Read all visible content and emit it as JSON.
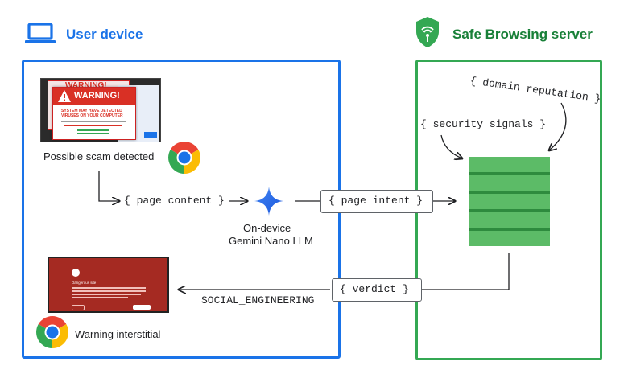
{
  "user_device": {
    "title": "User device",
    "icon": "laptop-icon"
  },
  "server": {
    "title": "Safe Browsing server",
    "icon": "shield-icon"
  },
  "scam": {
    "banner": "WARNING!",
    "alert_heading": "WARNING!",
    "alert_line1": "SYSTEM MAY HAVE DETECTED",
    "alert_line2": "VIRUSES ON YOUR COMPUTER",
    "caption": "Possible scam detected"
  },
  "flow": {
    "page_content": "{ page content }",
    "model_label_1": "On-device",
    "model_label_2": "Gemini Nano LLM",
    "page_intent": "{ page intent }",
    "security_signals": "{ security signals }",
    "domain_reputation": "{ domain reputation }",
    "verdict": "{ verdict }",
    "verdict_value": "SOCIAL_ENGINEERING"
  },
  "interstitial": {
    "caption": "Warning interstitial",
    "heading": "Dangerous site"
  },
  "colors": {
    "blue": "#1a73e8",
    "green": "#34a853",
    "red": "#a52a22"
  }
}
